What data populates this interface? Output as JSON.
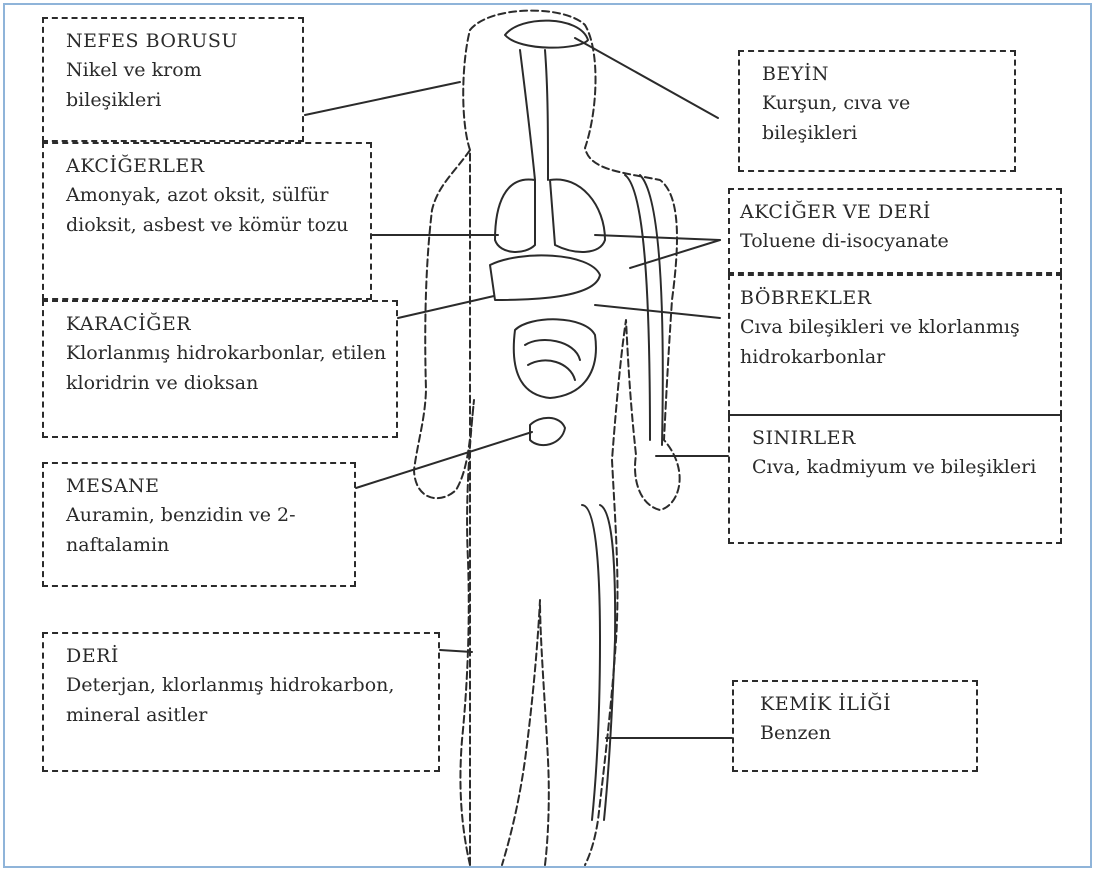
{
  "colors": {
    "line": "#2b2b2b",
    "frame": "#8fb4d9",
    "text": "#2a2a2a"
  },
  "icons": {
    "figure": "human-body-figure-icon"
  },
  "labels": [
    {
      "key": "nefes",
      "title": "NEFES BORUSU",
      "desc": "Nikel ve krom bileşikleri"
    },
    {
      "key": "akcigerler",
      "title": "AKCİĞERLER",
      "desc": "Amonyak, azot oksit, sülfür dioksit, asbest ve kömür tozu"
    },
    {
      "key": "karaciger",
      "title": "KARACİĞER",
      "desc": "Klorlanmış hidrokarbonlar, etilen kloridrin ve dioksan"
    },
    {
      "key": "mesane",
      "title": "MESANE",
      "desc": "Auramin, benzidin ve 2-naftalamin"
    },
    {
      "key": "deri",
      "title": "DERİ",
      "desc": "Deterjan, klorlanmış hidrokarbon, mineral asitler"
    },
    {
      "key": "beyin",
      "title": "BEYİN",
      "desc": "Kurşun, cıva ve bileşikleri"
    },
    {
      "key": "akciger_deri",
      "title": "AKCİĞER VE DERİ",
      "desc": "Toluene di-isocyanate"
    },
    {
      "key": "bobrekler",
      "title": "BÖBREKLER",
      "desc": "Cıva bileşikleri ve klorlanmış hidrokarbonlar"
    },
    {
      "key": "sinirler",
      "title": "SINIRLER",
      "desc": "Cıva, kadmiyum ve bileşikleri"
    },
    {
      "key": "kemik",
      "title": "KEMİK İLİĞİ",
      "desc": "Benzen"
    }
  ]
}
